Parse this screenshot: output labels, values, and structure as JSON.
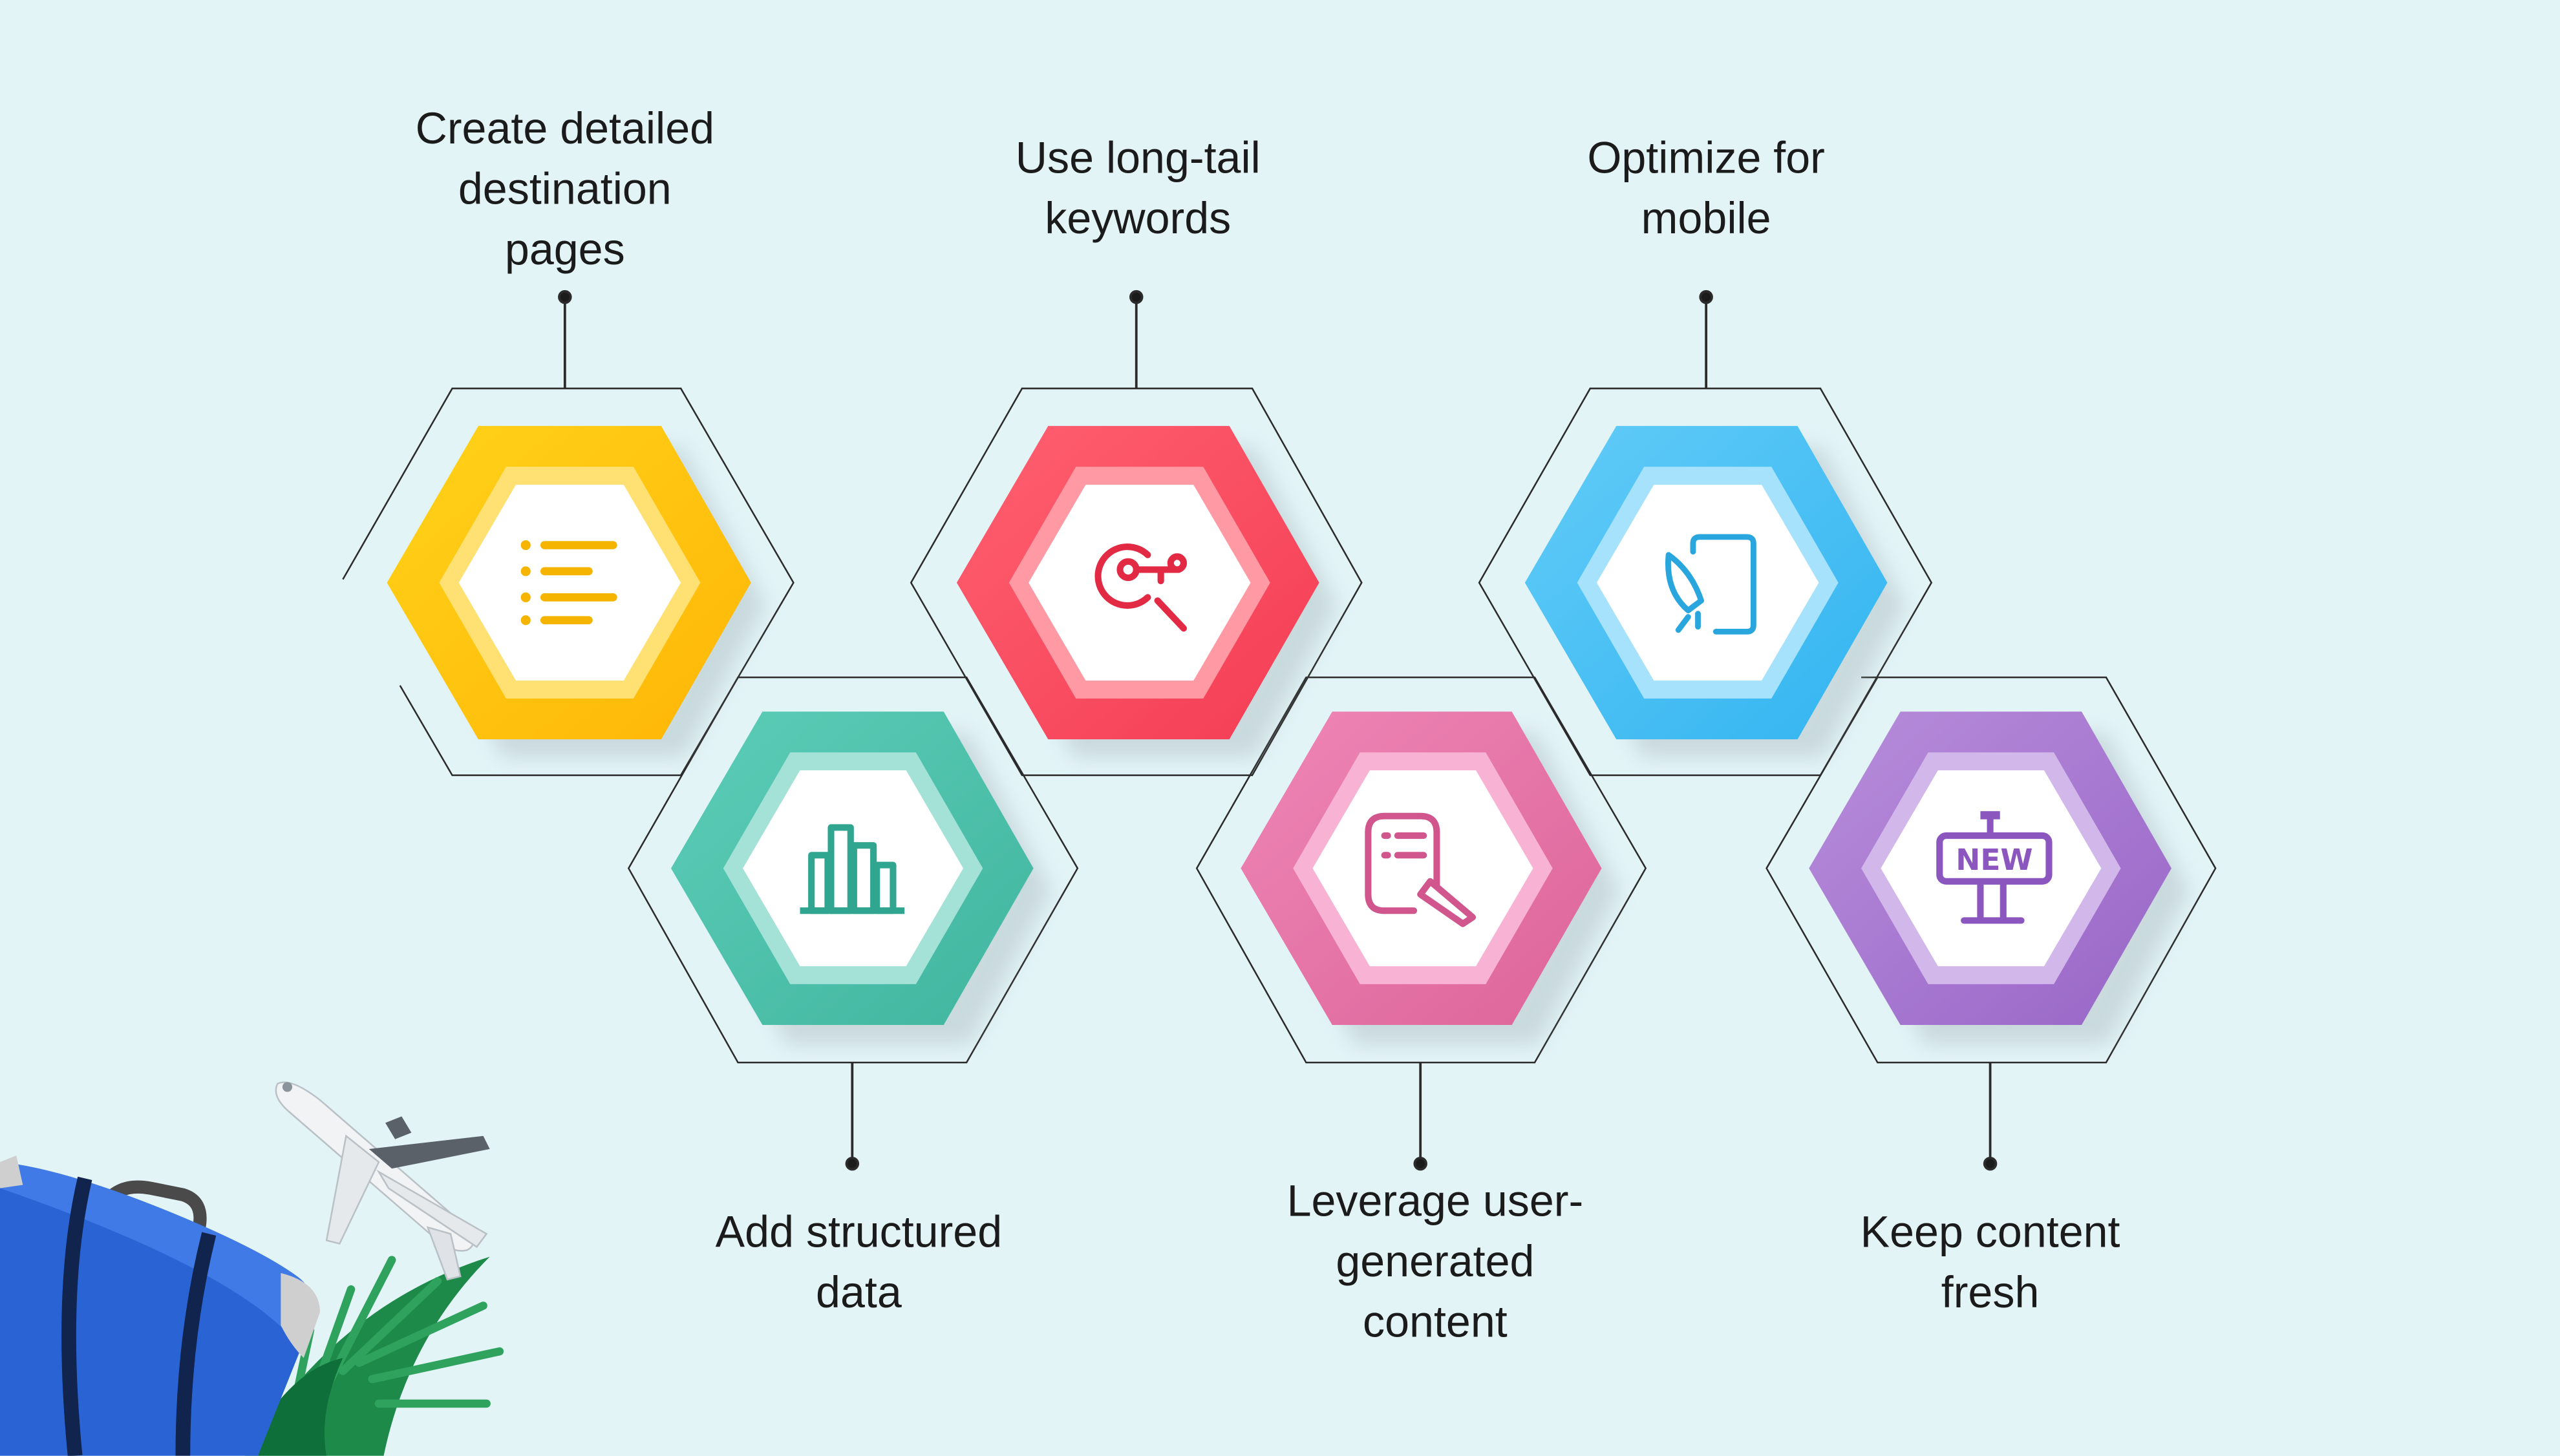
{
  "steps": [
    {
      "label": "Create detailed\ndestination\npages",
      "icon": "list-icon",
      "color": "#ffc60a"
    },
    {
      "label": "Add structured\ndata",
      "icon": "bar-chart-icon",
      "color": "#4fc3ae"
    },
    {
      "label": "Use long-tail\nkeywords",
      "icon": "key-search-icon",
      "color": "#ff4f63"
    },
    {
      "label": "Leverage user-\ngenerated\ncontent",
      "icon": "edit-document-icon",
      "color": "#e676a8"
    },
    {
      "label": "Optimize for\nmobile",
      "icon": "mobile-rocket-icon",
      "color": "#4fc2f5"
    },
    {
      "label": "Keep content\nfresh",
      "icon": "new-sign-icon",
      "color": "#a779cf"
    }
  ],
  "icon_badge_text": "NEW",
  "decoration": [
    "airplane-icon",
    "suitcase-icon",
    "palm-leaf-icon"
  ]
}
